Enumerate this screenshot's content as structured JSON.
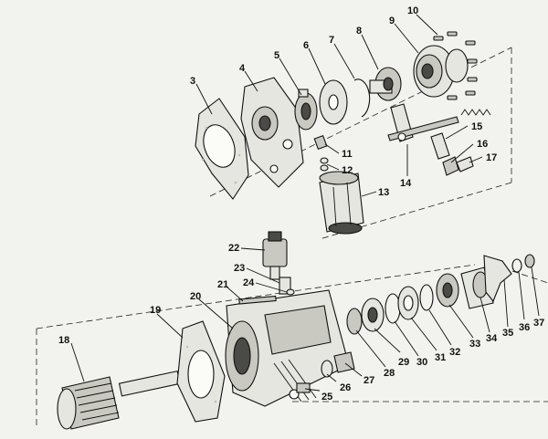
{
  "diagram": {
    "labels": [
      "3",
      "4",
      "5",
      "6",
      "7",
      "8",
      "9",
      "10",
      "11",
      "12",
      "13",
      "14",
      "15",
      "16",
      "17",
      "18",
      "19",
      "20",
      "21",
      "22",
      "23",
      "24",
      "25",
      "26",
      "27",
      "28",
      "29",
      "30",
      "31",
      "32",
      "33",
      "34",
      "35",
      "36",
      "37"
    ]
  },
  "colors": {
    "paper": "#f2f2ee",
    "ink": "#111111",
    "shade": "#c9c9c2"
  }
}
